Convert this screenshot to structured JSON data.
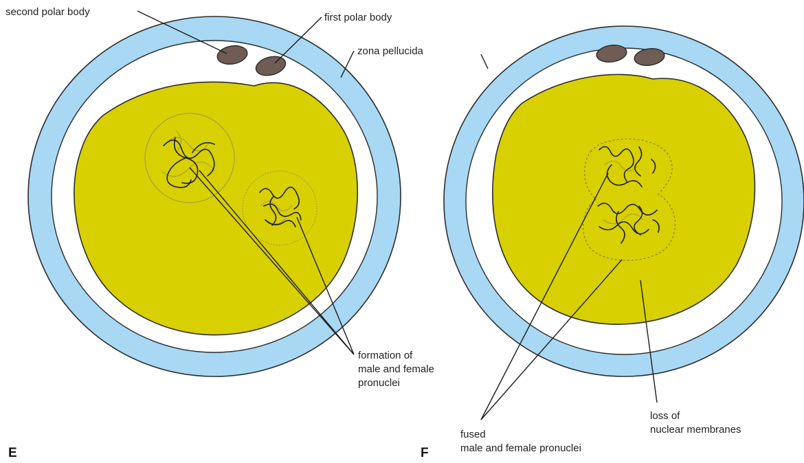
{
  "colors": {
    "zona_pellucida": "#a8d8f3",
    "outline": "#2b2b2b",
    "cytoplasm": "#d8d000",
    "polar_body": "#6e5c55"
  },
  "panels": [
    {
      "letter": "E",
      "labels": {
        "second_polar_body": "second polar body",
        "first_polar_body": "first polar body",
        "zona_pellucida": "zona pellucida",
        "pronuclei_line1": "formation of",
        "pronuclei_line2": "male and female",
        "pronuclei_line3": "pronuclei"
      }
    },
    {
      "letter": "F",
      "labels": {
        "fused_line1": "fused",
        "fused_line2": "male and female pronuclei",
        "loss_line1": "loss of",
        "loss_line2": "nuclear membranes"
      }
    }
  ]
}
